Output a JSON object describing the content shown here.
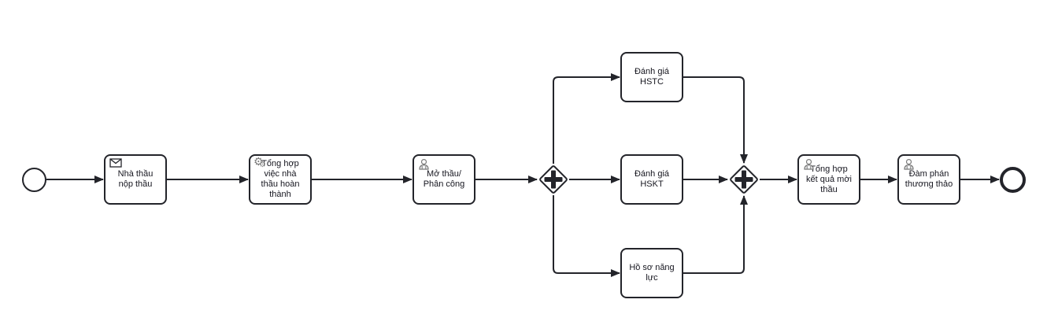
{
  "diagram": {
    "type": "bpmn-process",
    "colors": {
      "stroke": "#23242a",
      "background": "#ffffff",
      "icon_gray": "#7a7a7a",
      "label_text": "#16161f"
    },
    "events": [
      {
        "id": "start",
        "kind": "start-event",
        "label": ""
      },
      {
        "id": "end",
        "kind": "end-event",
        "label": ""
      }
    ],
    "gateways": [
      {
        "id": "gateway-split",
        "kind": "parallel-gateway",
        "symbol": "+"
      },
      {
        "id": "gateway-join",
        "kind": "parallel-gateway",
        "symbol": "+"
      }
    ],
    "tasks": [
      {
        "id": "nha-thau-nop-thau",
        "label": "Nhà thầu nộp thầu",
        "icon": "message-icon"
      },
      {
        "id": "tong-hop-viec",
        "label": "Tổng hợp việc nhà thầu hoàn thành",
        "icon": "service-gears-icon"
      },
      {
        "id": "mo-thau-phan-cong",
        "label": "Mở thầu/ Phân công",
        "icon": "user-icon"
      },
      {
        "id": "danh-gia-hstc",
        "label": "Đánh giá HSTC",
        "icon": null
      },
      {
        "id": "danh-gia-hskt",
        "label": "Đánh giá HSKT",
        "icon": null
      },
      {
        "id": "ho-so-nang-luc",
        "label": "Hồ sơ năng lực",
        "icon": null
      },
      {
        "id": "tong-hop-ket-qua",
        "label": "Tổng hợp kết quả mời thầu",
        "icon": "user-icon"
      },
      {
        "id": "dam-phan-thuong-thao",
        "label": "Đàm phán thương thảo",
        "icon": "user-icon"
      }
    ],
    "flows": [
      {
        "from": "start",
        "to": "nha-thau-nop-thau"
      },
      {
        "from": "nha-thau-nop-thau",
        "to": "tong-hop-viec"
      },
      {
        "from": "tong-hop-viec",
        "to": "mo-thau-phan-cong"
      },
      {
        "from": "mo-thau-phan-cong",
        "to": "gateway-split"
      },
      {
        "from": "gateway-split",
        "to": "danh-gia-hstc"
      },
      {
        "from": "gateway-split",
        "to": "danh-gia-hskt"
      },
      {
        "from": "gateway-split",
        "to": "ho-so-nang-luc"
      },
      {
        "from": "danh-gia-hstc",
        "to": "gateway-join"
      },
      {
        "from": "danh-gia-hskt",
        "to": "gateway-join"
      },
      {
        "from": "ho-so-nang-luc",
        "to": "gateway-join"
      },
      {
        "from": "gateway-join",
        "to": "tong-hop-ket-qua"
      },
      {
        "from": "tong-hop-ket-qua",
        "to": "dam-phan-thuong-thao"
      },
      {
        "from": "dam-phan-thuong-thao",
        "to": "end"
      }
    ],
    "icons": {
      "gear_glyph": "⚙"
    }
  }
}
